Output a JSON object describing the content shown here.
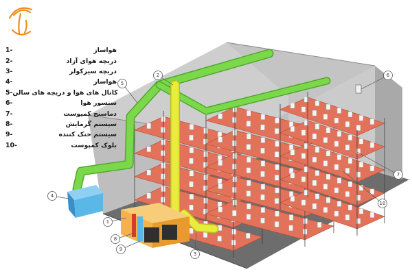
{
  "legend": [
    {
      "num": "1-",
      "text": "هواساز"
    },
    {
      "num": "2-",
      "text": "دریچه هوای آزاد"
    },
    {
      "num": "3-",
      "text": "دریچه سیرکولر"
    },
    {
      "num": "4-",
      "text": "هواساز"
    },
    {
      "num": "5-",
      "text": "کانال های هوا و دریچه های سالن"
    },
    {
      "num": "6-",
      "text": "سنسور هوا"
    },
    {
      "num": "7-",
      "text": "دماسنج کمپوست"
    },
    {
      "num": "8-",
      "text": "سیستم گرمایش"
    },
    {
      "num": "9-",
      "text": "سیستم خنک کننده"
    },
    {
      "num": "10-",
      "text": "بلوک کمپوست"
    }
  ],
  "callouts": {
    "c1": "1",
    "c2": "2",
    "c3": "3",
    "c4": "4",
    "c5": "5",
    "c6": "6",
    "c7": "7",
    "c8": "8",
    "c9": "9",
    "c10": "10"
  },
  "colors": {
    "duct_green": "#7bd84a",
    "duct_yellow": "#e8ec3a",
    "shelf_red": "#e2725a",
    "logo_orange": "#f08c1e",
    "ahu_orange": "#f4b24a",
    "ahu_blue": "#5ab8e8"
  },
  "icons": {
    "logo": "mushroom-logo-icon"
  }
}
